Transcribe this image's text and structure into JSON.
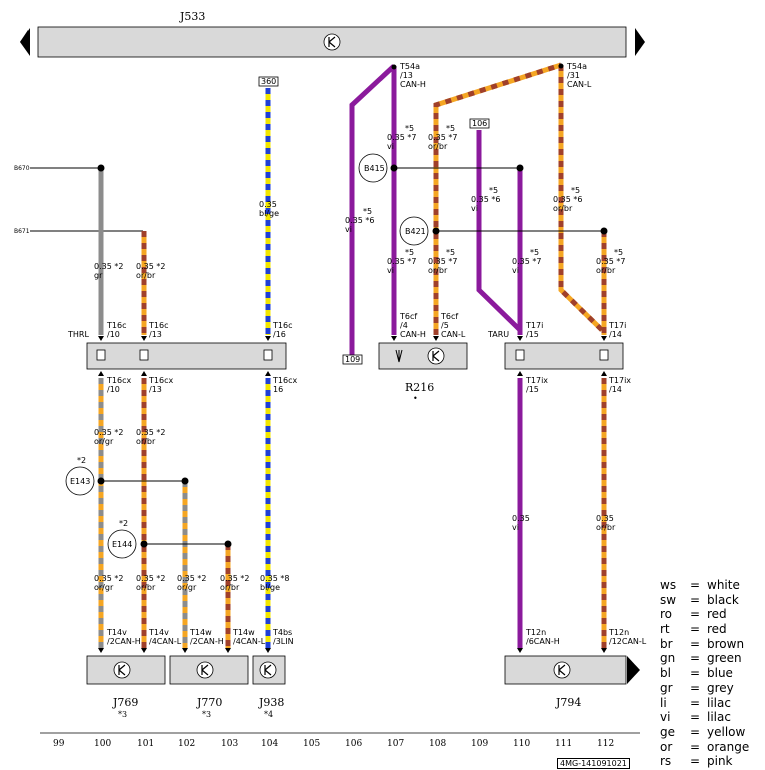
{
  "units": {
    "j533": {
      "name": "J533"
    },
    "r216": {
      "name": "R216",
      "note": "•"
    },
    "j769": {
      "name": "J769",
      "note": "*3"
    },
    "j770": {
      "name": "J770",
      "note": "*3"
    },
    "j938": {
      "name": "J938",
      "note": "*4"
    },
    "j794": {
      "name": "J794"
    }
  },
  "components": {
    "e143": {
      "name": "E143",
      "note": "*2"
    },
    "e144": {
      "name": "E144",
      "note": "*2"
    },
    "b415": {
      "name": "B415"
    },
    "b421": {
      "name": "B421"
    }
  },
  "refs": {
    "r360": "360",
    "r106": "106",
    "r109": "109",
    "left_top": "B670",
    "left_bottom": "B671"
  },
  "connectors": {
    "t54a_13": {
      "pin": "T54a",
      "num": "/13",
      "sig": "CAN-H"
    },
    "t54a_31": {
      "pin": "T54a",
      "num": "/31",
      "sig": "CAN-L"
    },
    "thrl": "THRL",
    "taru": "TARU",
    "t16c_10": {
      "pin": "T16c",
      "num": "/10"
    },
    "t16c_13": {
      "pin": "T16c",
      "num": "/13"
    },
    "t16c_16": {
      "pin": "T16c",
      "num": "/16"
    },
    "t16cx_10": {
      "pin": "T16cx",
      "num": "/10"
    },
    "t16cx_13": {
      "pin": "T16cx",
      "num": "/13"
    },
    "t16cx_16": {
      "pin": "T16cx",
      "num": "16"
    },
    "t6cf_4": {
      "pin": "T6cf",
      "num": "/4",
      "sig": "CAN-H"
    },
    "t6cf_5": {
      "pin": "T6cf",
      "num": "/5",
      "sig": "CAN-L"
    },
    "t17i_15": {
      "pin": "T17i",
      "num": "/15"
    },
    "t17i_14": {
      "pin": "T17i",
      "num": "/14"
    },
    "t17ix_15": {
      "pin": "T17ix",
      "num": "/15"
    },
    "t17ix_14": {
      "pin": "T17ix",
      "num": "/14"
    },
    "t14v_2": {
      "pin": "T14v",
      "num": "/2",
      "sig": "CAN-H"
    },
    "t14v_4": {
      "pin": "T14v",
      "num": "/4",
      "sig": "CAN-L"
    },
    "t14w_2": {
      "pin": "T14w",
      "num": "/2",
      "sig": "CAN-H"
    },
    "t14w_4": {
      "pin": "T14w",
      "num": "/4",
      "sig": "CAN-L"
    },
    "t4bs_3": {
      "pin": "T4bs",
      "num": "/3",
      "sig": "LIN"
    },
    "t12n_6": {
      "pin": "T12n",
      "num": "/6",
      "sig": "CAN-H"
    },
    "t12n_12": {
      "pin": "T12n",
      "num": "/12",
      "sig": "CAN-L"
    }
  },
  "wires": {
    "w100a": {
      "size": "0.35",
      "color": "gr",
      "note": "*2"
    },
    "w101a": {
      "size": "0.35",
      "color": "or/br",
      "note": "*2"
    },
    "w104a": {
      "size": "0.35",
      "color": "bl/ge"
    },
    "w106": {
      "size": "0.35",
      "color": "vi",
      "note1": "*5",
      "note2": "*6"
    },
    "w107a": {
      "size": "0.35",
      "color": "vi",
      "note1": "*5",
      "note2": "*7"
    },
    "w107b": {
      "size": "0.35",
      "color": "vi",
      "note1": "*5",
      "note2": "*7"
    },
    "w108a": {
      "size": "0.35",
      "color": "or/br",
      "note1": "*5",
      "note2": "*7"
    },
    "w108b": {
      "size": "0.35",
      "color": "or/br",
      "note1": "*5",
      "note2": "*7"
    },
    "w109": {
      "size": "0.35",
      "color": "vi",
      "note1": "*5",
      "note2": "*6"
    },
    "w110a": {
      "size": "0.35",
      "color": "vi",
      "note1": "*5",
      "note2": "*7"
    },
    "w111a": {
      "size": "0.35",
      "color": "or/br",
      "note1": "*5",
      "note2": "*6"
    },
    "w112a": {
      "size": "0.35",
      "color": "or/br",
      "note1": "*5",
      "note2": "*7"
    },
    "w100b": {
      "size": "0.35",
      "color": "or/gr",
      "note": "*2"
    },
    "w101b": {
      "size": "0.35",
      "color": "or/br",
      "note": "*2"
    },
    "w100c": {
      "size": "0.35",
      "color": "or/gr",
      "note": "*2"
    },
    "w101c": {
      "size": "0.35",
      "color": "or/br",
      "note": "*2"
    },
    "w102c": {
      "size": "0.35",
      "color": "or/gr",
      "note": "*2"
    },
    "w103c": {
      "size": "0.35",
      "color": "or/br",
      "note": "*2"
    },
    "w104c": {
      "size": "0.35",
      "color": "bl/ge",
      "note": "*8"
    },
    "w110c": {
      "size": "0.35",
      "color": "vi"
    },
    "w112c": {
      "size": "0.35",
      "color": "or/br"
    }
  },
  "columns": [
    "99",
    "100",
    "101",
    "102",
    "103",
    "104",
    "105",
    "106",
    "107",
    "108",
    "109",
    "110",
    "111",
    "112"
  ],
  "legend": [
    {
      "k": "ws",
      "v": "white"
    },
    {
      "k": "sw",
      "v": "black"
    },
    {
      "k": "ro",
      "v": "red"
    },
    {
      "k": "rt",
      "v": "red"
    },
    {
      "k": "br",
      "v": "brown"
    },
    {
      "k": "gn",
      "v": "green"
    },
    {
      "k": "bl",
      "v": "blue"
    },
    {
      "k": "gr",
      "v": "grey"
    },
    {
      "k": "li",
      "v": "lilac"
    },
    {
      "k": "vi",
      "v": "lilac"
    },
    {
      "k": "ge",
      "v": "yellow"
    },
    {
      "k": "or",
      "v": "orange"
    },
    {
      "k": "rs",
      "v": "pink"
    }
  ],
  "legend_eq": "=",
  "doc_number": "4MG-141091021",
  "colors": {
    "violet": "#8b1a9c",
    "orange": "#f5a623",
    "brown": "#a0402a",
    "grey": "#8c8c8c",
    "blue": "#1f3fd6",
    "yellow": "#f2e600",
    "box": "#d9d9d9"
  }
}
